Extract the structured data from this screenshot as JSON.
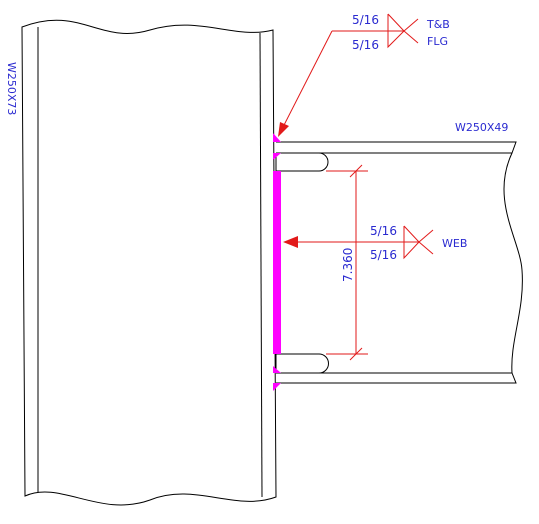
{
  "column": {
    "label": "W250X73"
  },
  "beam": {
    "label": "W250X49"
  },
  "flange_weld": {
    "size_top": "5/16",
    "size_bottom": "5/16",
    "note_line1": "T&B",
    "note_line2": "FLG"
  },
  "web_weld": {
    "size_top": "5/16",
    "size_bottom": "5/16",
    "note": "WEB"
  },
  "dimension": {
    "value": "7.360"
  },
  "colors": {
    "line": "#000000",
    "leader": "#e21a1a",
    "text": "#2a2ad0",
    "weld_fill": "#ff00ff"
  }
}
